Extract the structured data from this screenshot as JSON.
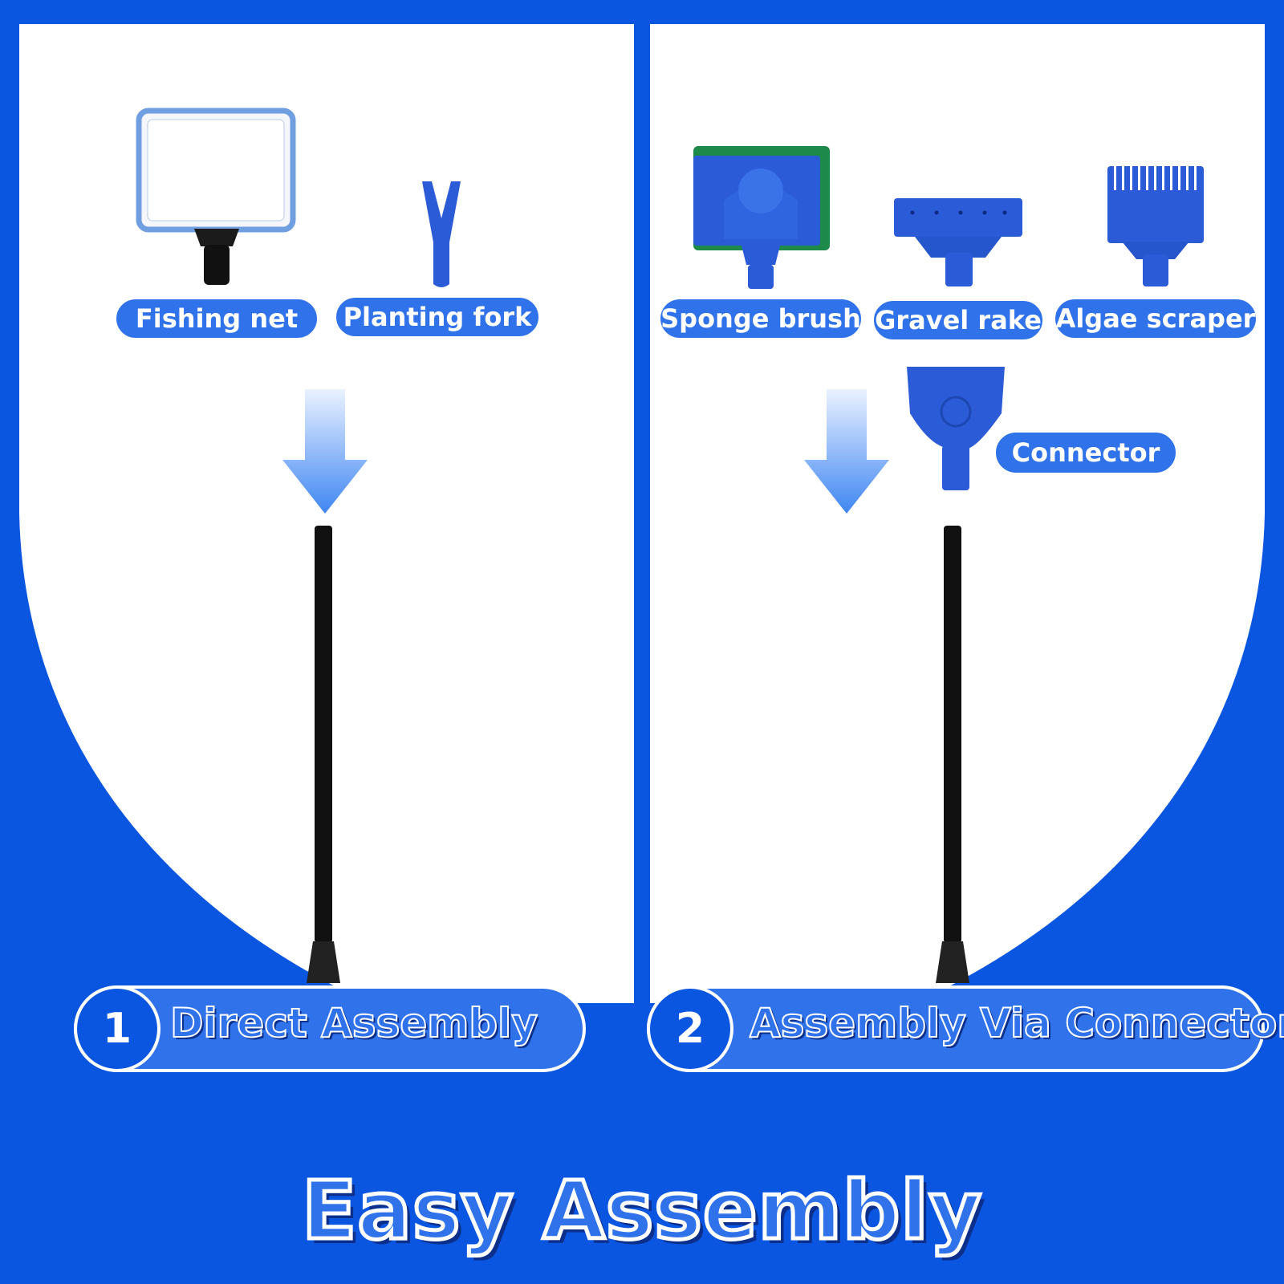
{
  "colors": {
    "background": "#0a56e0",
    "pill": "#2f72ea",
    "panel": "#ffffff",
    "tool_blue": "#2b5bd6",
    "rod": "#111111"
  },
  "left_panel": {
    "labels": {
      "fishing_net": "Fishing net",
      "planting_fork": "Planting fork"
    },
    "step": {
      "number": "1",
      "label": "Direct Assembly"
    }
  },
  "right_panel": {
    "labels": {
      "sponge_brush": "Sponge brush",
      "gravel_rake": "Gravel rake",
      "algae_scraper": "Algae scraper",
      "connector": "Connector"
    },
    "step": {
      "number": "2",
      "label": "Assembly Via Connector"
    }
  },
  "footer": {
    "title": "Easy Assembly"
  },
  "icons": [
    "fishing-net-icon",
    "planting-fork-icon",
    "sponge-brush-icon",
    "gravel-rake-icon",
    "algae-scraper-icon",
    "connector-icon",
    "down-arrow-icon",
    "handle-rod-icon"
  ]
}
